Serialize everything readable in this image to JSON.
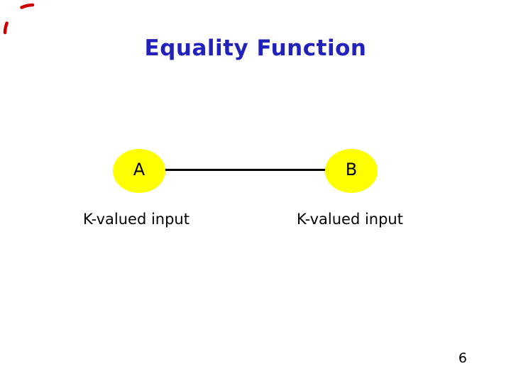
{
  "slide": {
    "title": "Equality Function",
    "page_number": "6",
    "diagram": {
      "nodes": [
        {
          "id": "A",
          "label": "A",
          "caption": "K-valued input"
        },
        {
          "id": "B",
          "label": "B",
          "caption": "K-valued input"
        }
      ],
      "edge": {
        "from": "A",
        "to": "B"
      }
    },
    "colors": {
      "background": "#ffffff",
      "title_text": "#2222bb",
      "node_fill": "#ffff00",
      "edge_line": "#000000",
      "body_text": "#000000",
      "border_accent": "#cc0000"
    }
  }
}
